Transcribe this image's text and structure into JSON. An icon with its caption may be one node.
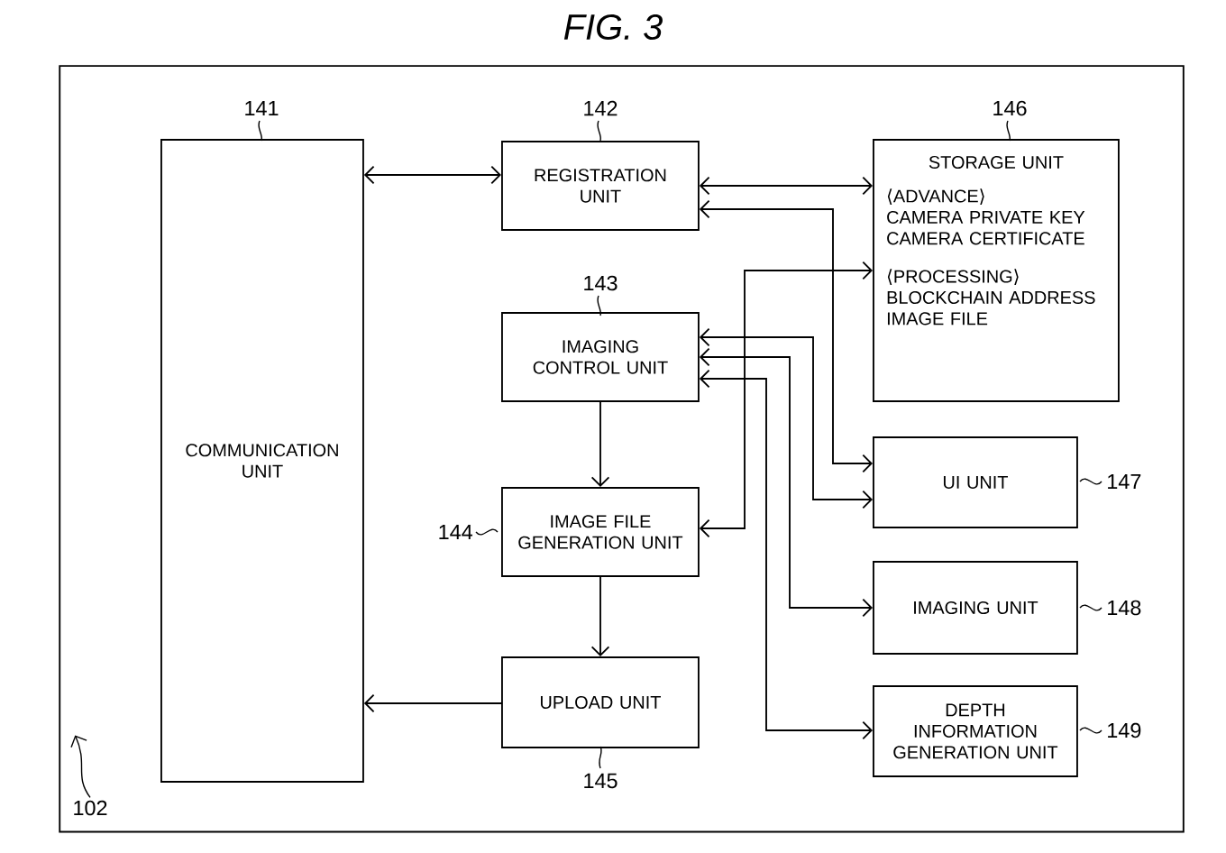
{
  "diagram": {
    "title": "FIG. 3",
    "nodes": [
      {
        "text": [],
        "shape": "box"
      },
      {
        "text": [
          "COMMUNICATION UNIT"
        ],
        "in": 0,
        "beside": [
          "141"
        ]
      },
      {
        "text": [
          "REGISTRATION UNIT"
        ],
        "in": 0,
        "beside": [
          "142"
        ]
      },
      {
        "text": [
          "IMAGING CONTROL UNIT"
        ],
        "in": 0,
        "beside": [
          "143"
        ]
      },
      {
        "text": [
          "IMAGE FILE GENERATION UNIT"
        ],
        "in": 0,
        "beside": [
          "144"
        ]
      },
      {
        "text": [
          "UPLOAD UNIT"
        ],
        "in": 0,
        "beside": [
          "145"
        ]
      },
      {
        "text": [
          "STORAGE UNIT",
          "⟨ADVANCE⟩",
          "CAMERA PRIVATE KEY CAMERA CERTIFICATE",
          "⟨PROCESSING⟩",
          "BLOCKCHAIN ADDRESS IMAGE FILE"
        ],
        "in": 0,
        "beside": [
          "146"
        ]
      },
      {
        "text": [
          "UI UNIT"
        ],
        "in": 0,
        "beside": [
          "147"
        ]
      },
      {
        "text": [
          "IMAGING UNIT"
        ],
        "in": 0,
        "beside": [
          "148"
        ]
      },
      {
        "text": [
          "DEPTH INFORMATION GENERATION UNIT"
        ],
        "in": 0,
        "beside": [
          "149"
        ]
      },
      {
        "text": [
          "102"
        ],
        "in": 0
      }
    ],
    "edges": [
      {
        "from": 1,
        "to": 2,
        "arrow": "both"
      },
      {
        "from": 2,
        "to": 6,
        "arrow": "both"
      },
      {
        "from": 2,
        "to": 7,
        "arrow": "both"
      },
      {
        "from": 4,
        "to": 6,
        "arrow": "both"
      },
      {
        "from": 3,
        "to": 7,
        "arrow": "both"
      },
      {
        "from": 3,
        "to": 8,
        "arrow": "both"
      },
      {
        "from": 3,
        "to": 9,
        "arrow": "both"
      },
      {
        "from": 3,
        "to": 4,
        "arrow": "to"
      },
      {
        "from": 4,
        "to": 5,
        "arrow": "to"
      },
      {
        "from": 5,
        "to": 1,
        "arrow": "to"
      },
      {
        "from": 10,
        "to": 0,
        "arrow": "to"
      }
    ]
  }
}
